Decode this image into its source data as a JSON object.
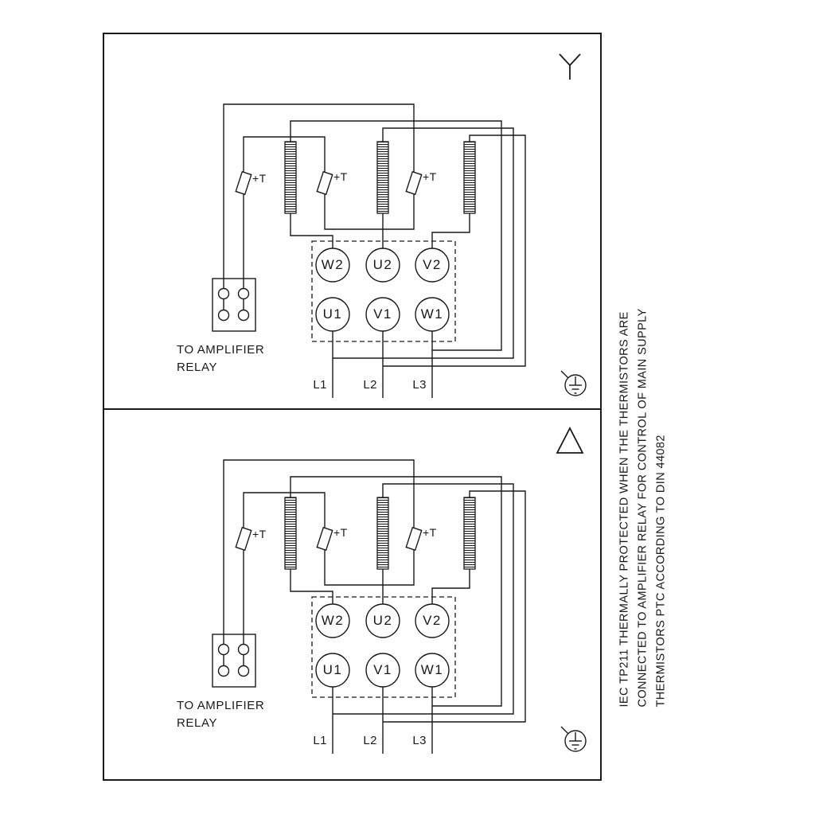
{
  "diagram": {
    "side_note_lines": [
      "IEC TP211 THERMALLY PROTECTED WHEN THE THERMISTORS ARE",
      "CONNECTED TO AMPLIFIER RELAY FOR CONTROL OF MAIN SUPPLY",
      "THERMISTORS PTC ACCORDING TO DIN 44082"
    ]
  },
  "panels": [
    {
      "connection_type": "star",
      "terminals_top": [
        "W2",
        "U2",
        "V2"
      ],
      "terminals_bottom": [
        "U1",
        "V1",
        "W1"
      ],
      "thermistor_labels": [
        "+T",
        "+T",
        "+T"
      ],
      "relay_note_line1": "TO AMPLIFIER",
      "relay_note_line2": "RELAY",
      "supply_labels": [
        "L1",
        "L2",
        "L3"
      ]
    },
    {
      "connection_type": "delta",
      "terminals_top": [
        "W2",
        "U2",
        "V2"
      ],
      "terminals_bottom": [
        "U1",
        "V1",
        "W1"
      ],
      "thermistor_labels": [
        "+T",
        "+T",
        "+T"
      ],
      "relay_note_line1": "TO AMPLIFIER",
      "relay_note_line2": "RELAY",
      "supply_labels": [
        "L1",
        "L2",
        "L3"
      ]
    }
  ],
  "colors": {
    "line": "#1a1a1a",
    "background": "#ffffff"
  }
}
